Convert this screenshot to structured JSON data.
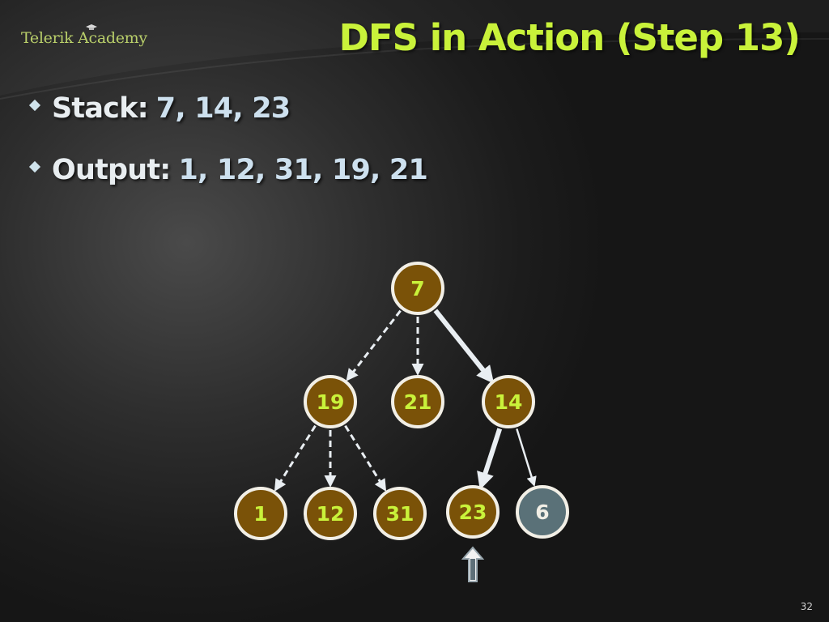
{
  "logo": {
    "text": "Telerik Academy"
  },
  "slide": {
    "title": "DFS in Action (Step 13)",
    "page_number": "32"
  },
  "bullets": [
    {
      "label": "Stack:",
      "value": "7, 14, 23"
    },
    {
      "label": "Output:",
      "value": "1, 12, 31, 19, 21"
    }
  ],
  "colors": {
    "title": "#c9f23a",
    "node_fill": "#7a5208",
    "node_fill_current": "#5a7178",
    "node_border": "#f2efe6",
    "node_text": "#c9f23a",
    "node_text_current": "#f2efe6",
    "edge": "#e9eef2"
  },
  "tree": {
    "nodes": [
      {
        "id": "7",
        "label": "7",
        "state": "visited"
      },
      {
        "id": "19",
        "label": "19",
        "state": "visited"
      },
      {
        "id": "21",
        "label": "21",
        "state": "visited"
      },
      {
        "id": "14",
        "label": "14",
        "state": "visited"
      },
      {
        "id": "1",
        "label": "1",
        "state": "visited"
      },
      {
        "id": "12",
        "label": "12",
        "state": "visited"
      },
      {
        "id": "31",
        "label": "31",
        "state": "visited"
      },
      {
        "id": "23",
        "label": "23",
        "state": "visited"
      },
      {
        "id": "6",
        "label": "6",
        "state": "unvisited"
      }
    ],
    "edges": [
      {
        "from": "7",
        "to": "19",
        "style": "dashed"
      },
      {
        "from": "7",
        "to": "21",
        "style": "dashed"
      },
      {
        "from": "7",
        "to": "14",
        "style": "bold"
      },
      {
        "from": "19",
        "to": "1",
        "style": "dashed"
      },
      {
        "from": "19",
        "to": "12",
        "style": "dashed"
      },
      {
        "from": "19",
        "to": "31",
        "style": "dashed"
      },
      {
        "from": "14",
        "to": "23",
        "style": "bold"
      },
      {
        "from": "14",
        "to": "6",
        "style": "thin"
      }
    ],
    "current_node": "23"
  }
}
